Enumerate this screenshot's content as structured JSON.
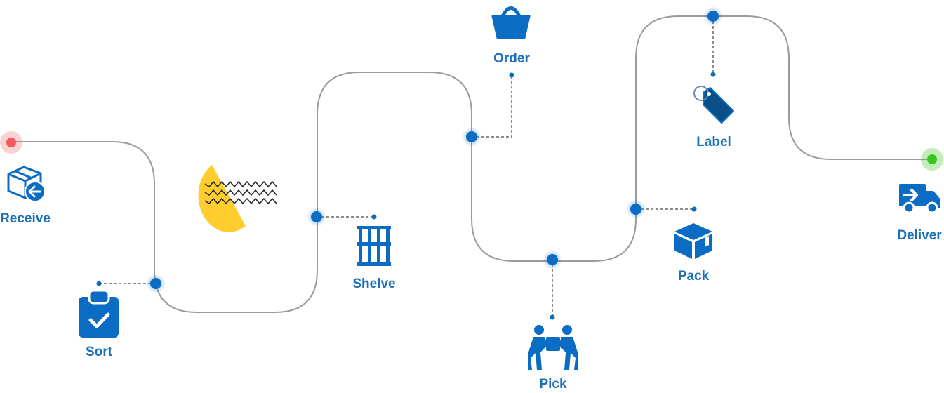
{
  "colors": {
    "accent": "#0a6cc2",
    "path_line": "#9b9b9b",
    "connector": "#666666",
    "start_dot": "#f25c5c",
    "end_dot": "#3bc41f",
    "decor_yellow": "#ffcd2e"
  },
  "steps": [
    {
      "label": "Receive",
      "icon": "box-return-icon"
    },
    {
      "label": "Sort",
      "icon": "clipboard-check-icon"
    },
    {
      "label": "Shelve",
      "icon": "shelving-icon"
    },
    {
      "label": "Order",
      "icon": "basket-icon"
    },
    {
      "label": "Pick",
      "icon": "people-carry-box-icon"
    },
    {
      "label": "Pack",
      "icon": "package-icon"
    },
    {
      "label": "Label",
      "icon": "tag-icon"
    },
    {
      "label": "Deliver",
      "icon": "delivery-truck-icon"
    }
  ]
}
